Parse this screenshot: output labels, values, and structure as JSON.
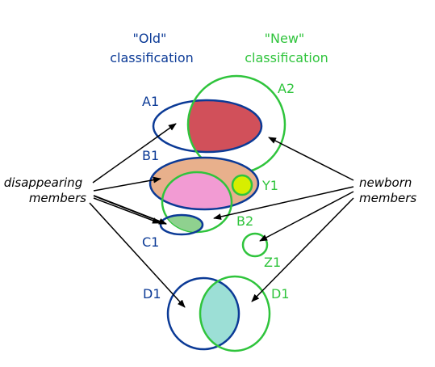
{
  "colors": {
    "old": "#0b3a96",
    "new": "#2fc43c",
    "fill_a": "#d1505a",
    "fill_b_overlap": "#e8b08c",
    "fill_b_new": "#f29bd3",
    "fill_c": "#8fd18f",
    "fill_y": "#d7ee00",
    "fill_d": "#9cdfd6",
    "arrow": "#000000"
  },
  "headings": {
    "old": [
      "\"Old\"",
      "classification"
    ],
    "new": [
      "\"New\"",
      "classification"
    ]
  },
  "labels": {
    "a1": "A1",
    "a2": "A2",
    "b1": "B1",
    "y1": "Y1",
    "b2": "B2",
    "c1": "C1",
    "z1": "Z1",
    "d1_old": "D1",
    "d1_new": "D1"
  },
  "side_labels": {
    "disappearing": [
      "disappearing",
      "members"
    ],
    "newborn": [
      "newborn",
      "members"
    ]
  }
}
